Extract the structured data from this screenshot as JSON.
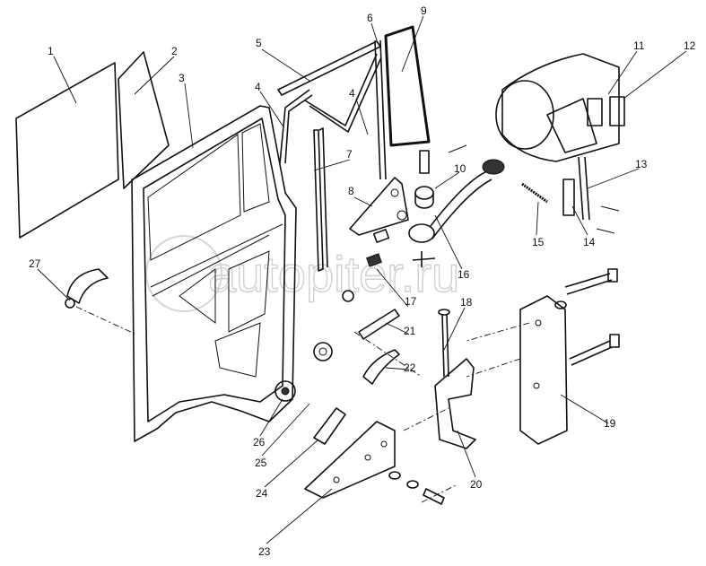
{
  "diagram": {
    "watermark": "autopiter.ru",
    "callouts": [
      "1",
      "2",
      "3",
      "4",
      "5",
      "6",
      "9",
      "4",
      "7",
      "8",
      "10",
      "11",
      "12",
      "13",
      "15",
      "14",
      "16",
      "17",
      "18",
      "21",
      "22",
      "19",
      "20",
      "23",
      "24",
      "25",
      "26",
      "27"
    ]
  }
}
